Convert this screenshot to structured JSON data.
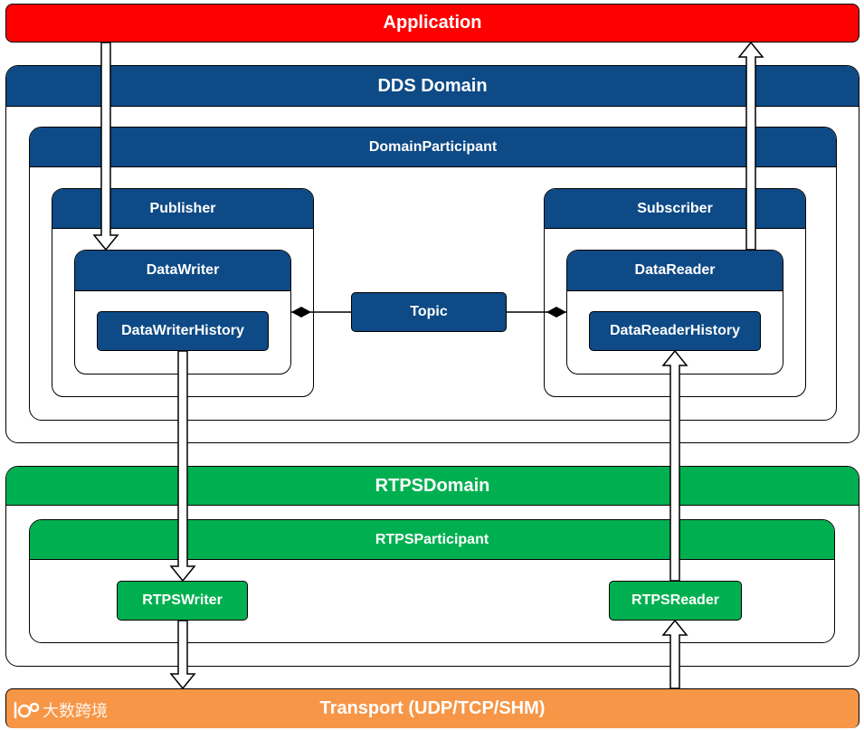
{
  "colors": {
    "application": "#ff0000",
    "dds_blue": "#0d4a86",
    "rtps_green": "#00b050",
    "transport": "#f79646",
    "outline": "#000000",
    "text": "#ffffff"
  },
  "application": {
    "label": "Application"
  },
  "dds_domain": {
    "label": "DDS Domain"
  },
  "domain_participant": {
    "label": "DomainParticipant"
  },
  "publisher": {
    "label": "Publisher"
  },
  "subscriber": {
    "label": "Subscriber"
  },
  "data_writer": {
    "label": "DataWriter"
  },
  "data_reader": {
    "label": "DataReader"
  },
  "data_writer_history": {
    "label": "DataWriterHistory"
  },
  "data_reader_history": {
    "label": "DataReaderHistory"
  },
  "topic": {
    "label": "Topic"
  },
  "rtps_domain": {
    "label": "RTPSDomain"
  },
  "rtps_participant": {
    "label": "RTPSParticipant"
  },
  "rtps_writer": {
    "label": "RTPSWriter"
  },
  "rtps_reader": {
    "label": "RTPSReader"
  },
  "transport": {
    "label": "Transport (UDP/TCP/SHM)"
  },
  "watermark": {
    "text": "大数跨境"
  }
}
